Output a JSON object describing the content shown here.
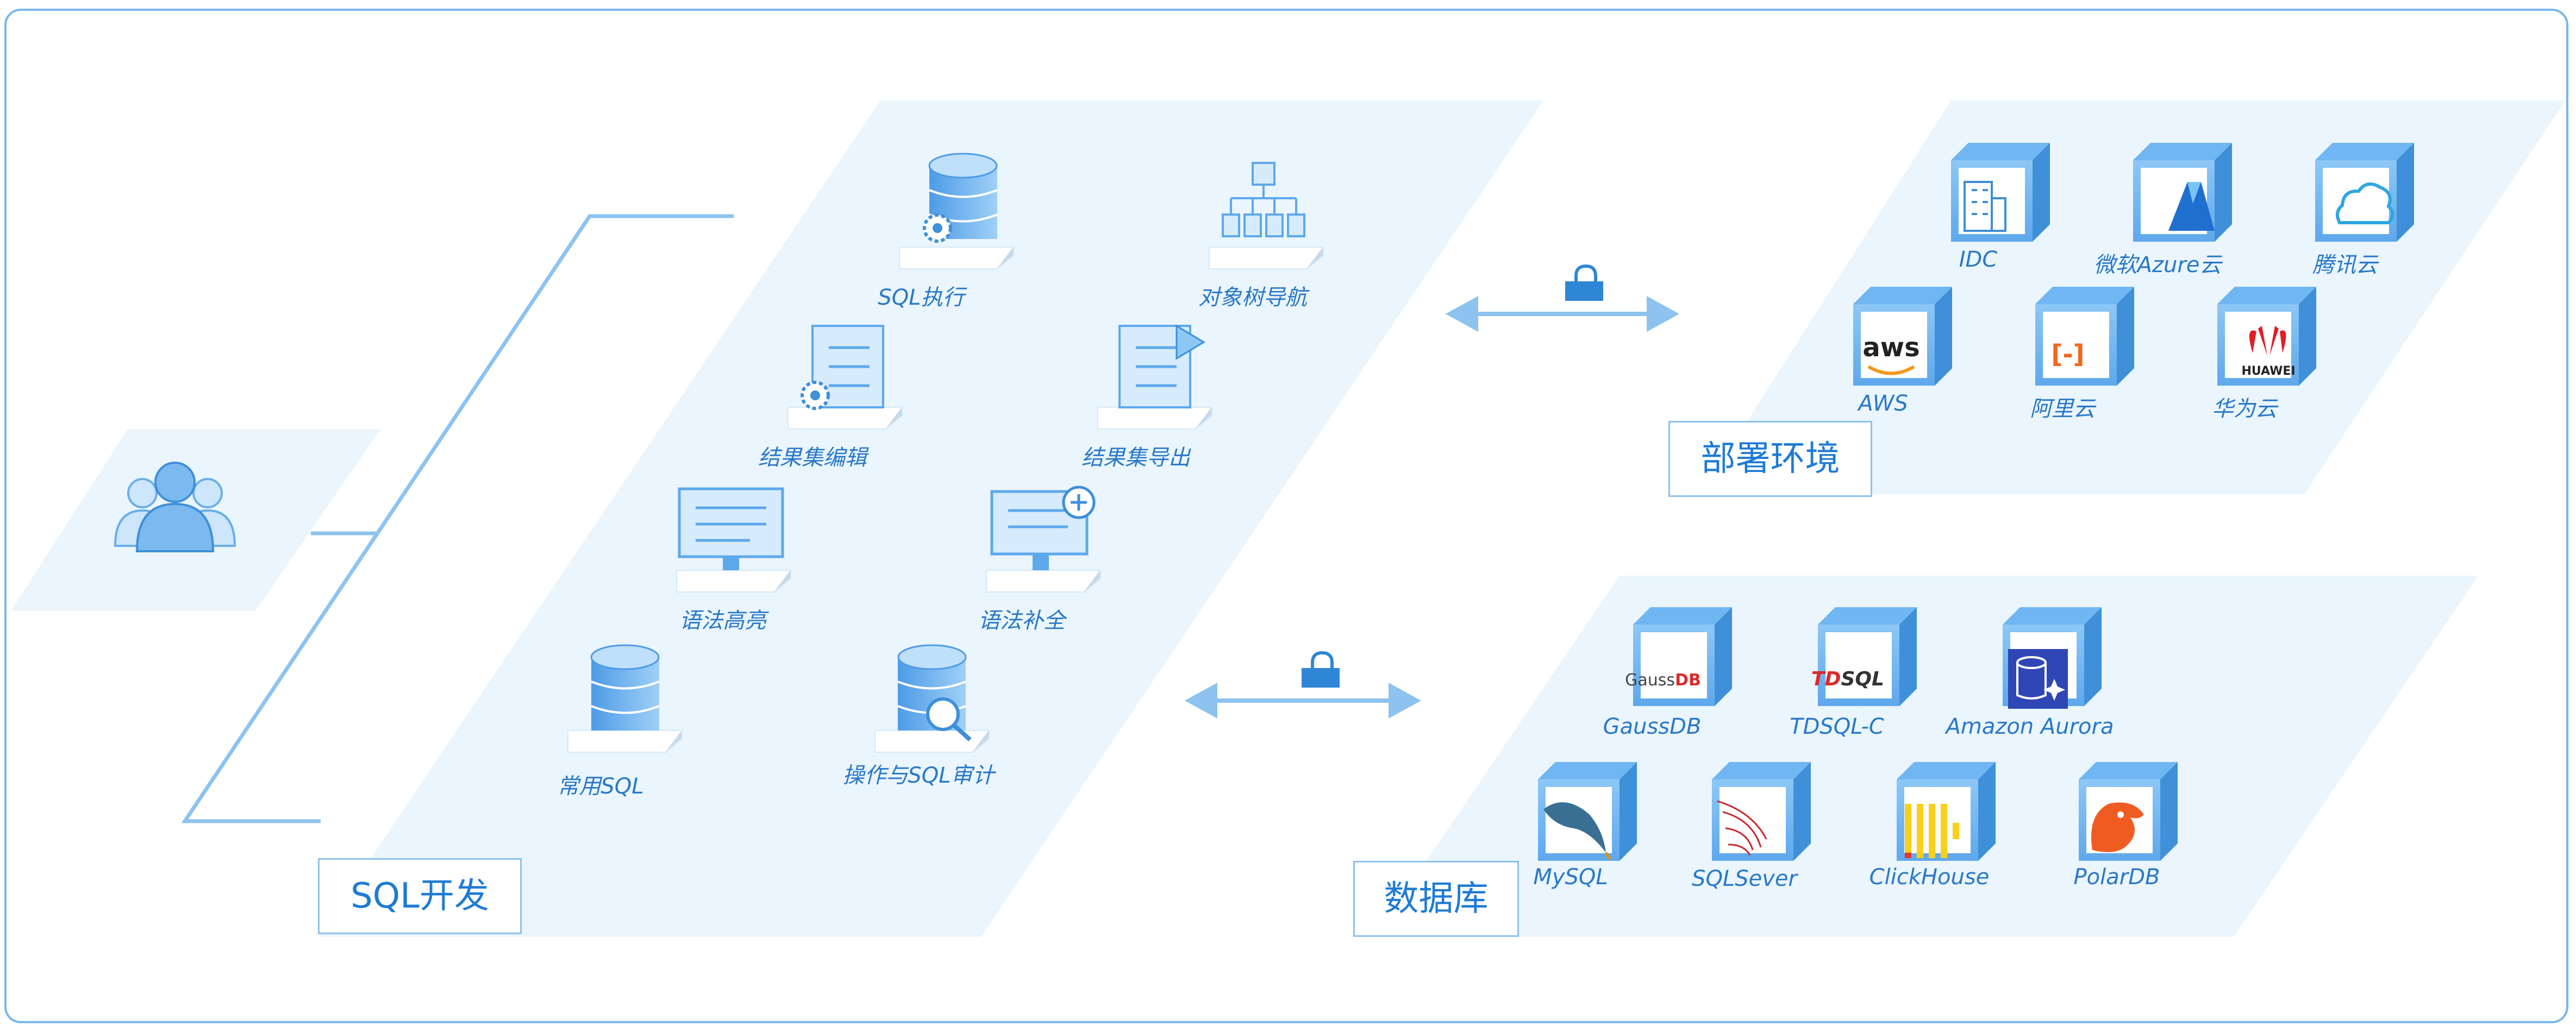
{
  "sql_dev": {
    "title": "SQL开发",
    "features": [
      "SQL执行",
      "对象树导航",
      "结果集编辑",
      "结果集导出",
      "语法高亮",
      "语法补全",
      "常用SQL",
      "操作与SQL审计"
    ]
  },
  "deploy": {
    "title": "部署环境",
    "items": [
      "IDC",
      "微软Azure云",
      "腾讯云",
      "AWS",
      "阿里云",
      "华为云"
    ]
  },
  "database": {
    "title": "数据库",
    "items": [
      "GaussDB",
      "TDSQL-C",
      "Amazon Aurora",
      "MySQL",
      "SQLSever",
      "ClickHouse",
      "PolarDB"
    ]
  },
  "logos": {
    "aws": "aws",
    "alibaba": "[-]",
    "huawei": "HUAWEI",
    "gauss_a": "Gauss",
    "gauss_b": "DB",
    "tdsql_a": "TD",
    "tdsql_b": "SQL"
  },
  "colors": {
    "panel": "#eaf5fd",
    "accent": "#4a9de8",
    "text": "#2a78c6",
    "border": "#7ab7ea"
  }
}
